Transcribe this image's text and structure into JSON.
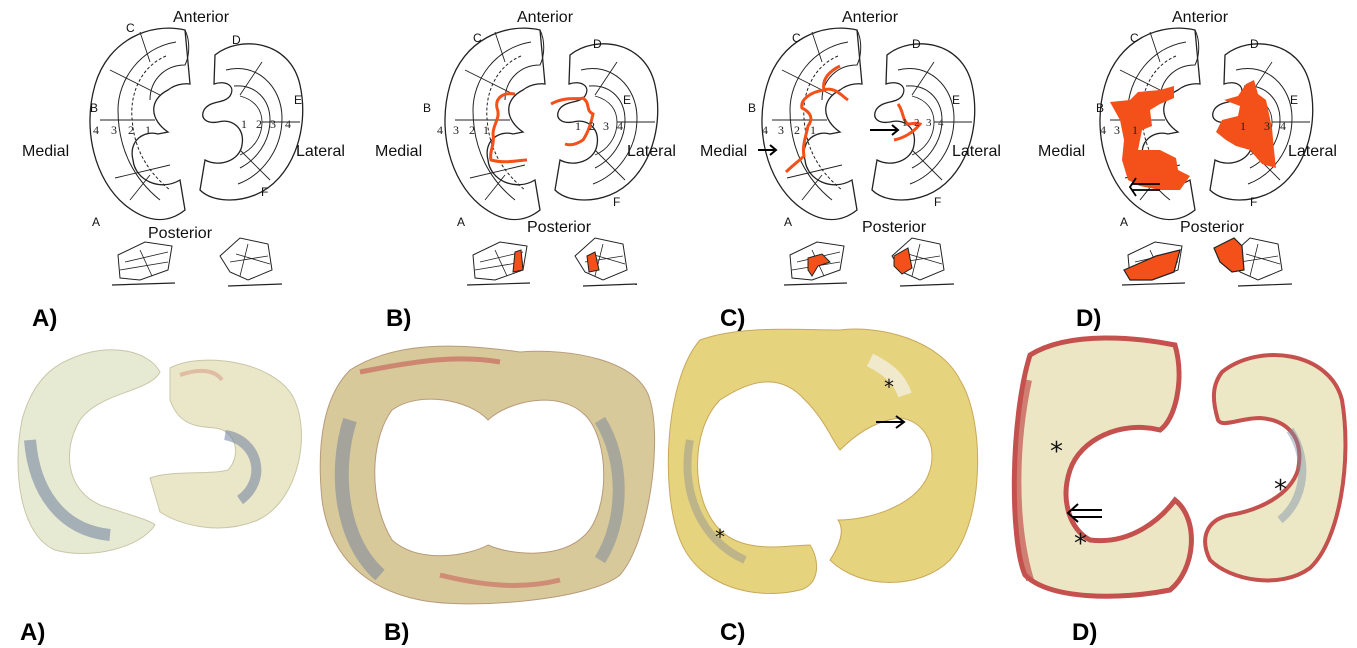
{
  "directions": {
    "anterior": "Anterior",
    "posterior": "Posterior",
    "medial": "Medial",
    "lateral": "Lateral"
  },
  "segment_letters": {
    "c": "C",
    "b": "B",
    "a": "A",
    "d": "D",
    "e": "E",
    "f": "F"
  },
  "zones": {
    "z1": "1",
    "z2": "2",
    "z3": "3",
    "z4": "4"
  },
  "panels": [
    {
      "id": "A",
      "label": "A)"
    },
    {
      "id": "B",
      "label": "B)"
    },
    {
      "id": "C",
      "label": "C)"
    },
    {
      "id": "D",
      "label": "D)"
    }
  ],
  "photo_marker": "*",
  "colors": {
    "lesion": "#f4501a",
    "outline": "#222222",
    "cartilage_light": "#f2efcf",
    "cartilage_yellow": "#e6d37e",
    "cartilage_blue": "#7d8ea8",
    "tissue_red": "#c4514e"
  }
}
